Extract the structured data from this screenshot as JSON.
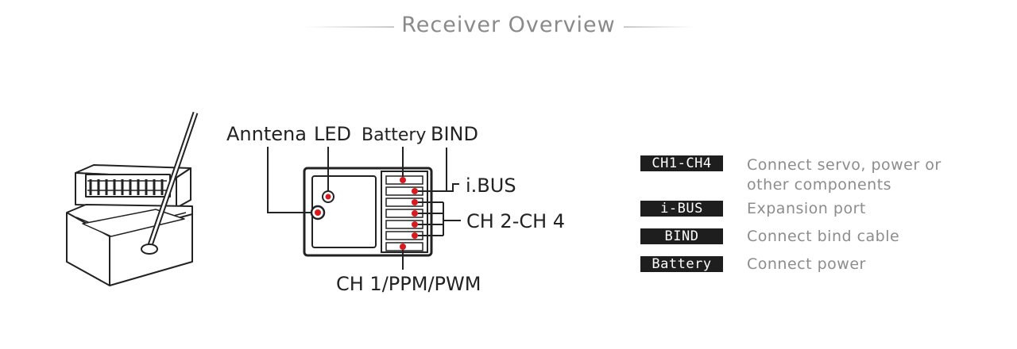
{
  "title": "Receiver Overview",
  "diagram": {
    "labels": {
      "antenna": "Anntena",
      "led": "LED",
      "battery": "Battery",
      "bind": "BIND",
      "ibus": "i.BUS",
      "ch24": "CH 2-CH 4",
      "ch1": "CH 1/PPM/PWM"
    },
    "colors": {
      "indicator": "#d71920",
      "line": "#222222"
    }
  },
  "legend": [
    {
      "key": "CH1-CH4",
      "description_line1": "Connect servo, power or",
      "description_line2": "other components"
    },
    {
      "key": "i-BUS",
      "description_line1": "Expansion port"
    },
    {
      "key": "BIND",
      "description_line1": "Connect bind cable"
    },
    {
      "key": "Battery",
      "description_line1": "Connect power"
    }
  ]
}
